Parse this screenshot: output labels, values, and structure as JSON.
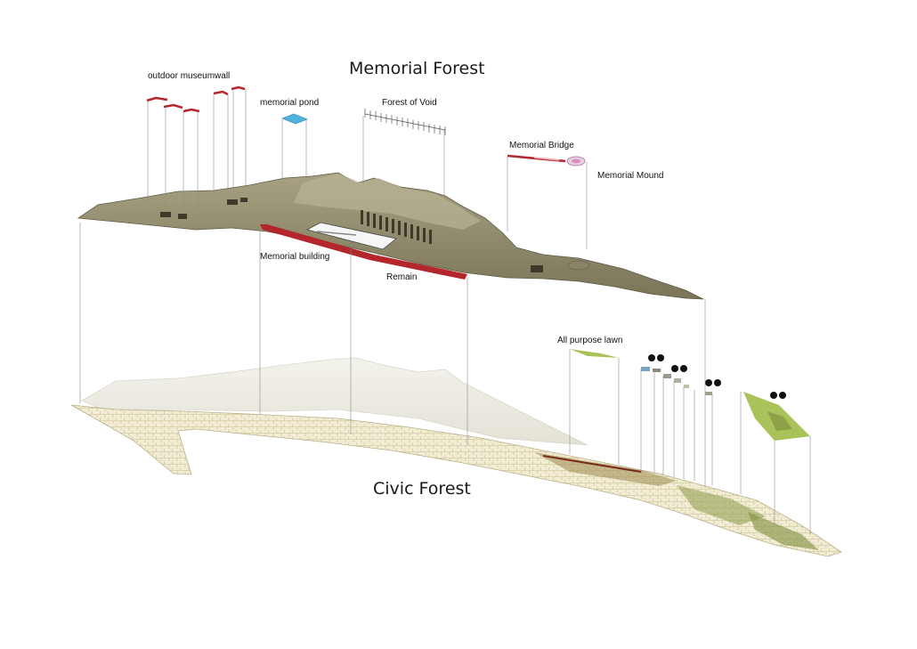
{
  "titles": {
    "memorial_forest": "Memorial Forest",
    "civic_forest": "Civic Forest"
  },
  "labels": {
    "outdoor_museumwall": "outdoor museumwall",
    "memorial_pond": "memorial pond",
    "forest_of_void": "Forest of Void",
    "memorial_bridge": "Memorial  Bridge",
    "memorial_mound": "Memorial Mound",
    "memorial_building": "Memorial  building",
    "remain": "Remain",
    "all_purpose_lawn": "All purpose  lawn"
  },
  "colors": {
    "terrain": "#9c9676",
    "terrain_dark": "#6f6a52",
    "ground_plane": "#efe9cf",
    "ground_texture": "#c9c39a",
    "remain_red": "#b3262c",
    "pond_blue": "#4fb3e0",
    "mound_pink": "#d98fc0",
    "lawn_green": "#a9c25a",
    "leader_line": "#8a8a8a"
  }
}
